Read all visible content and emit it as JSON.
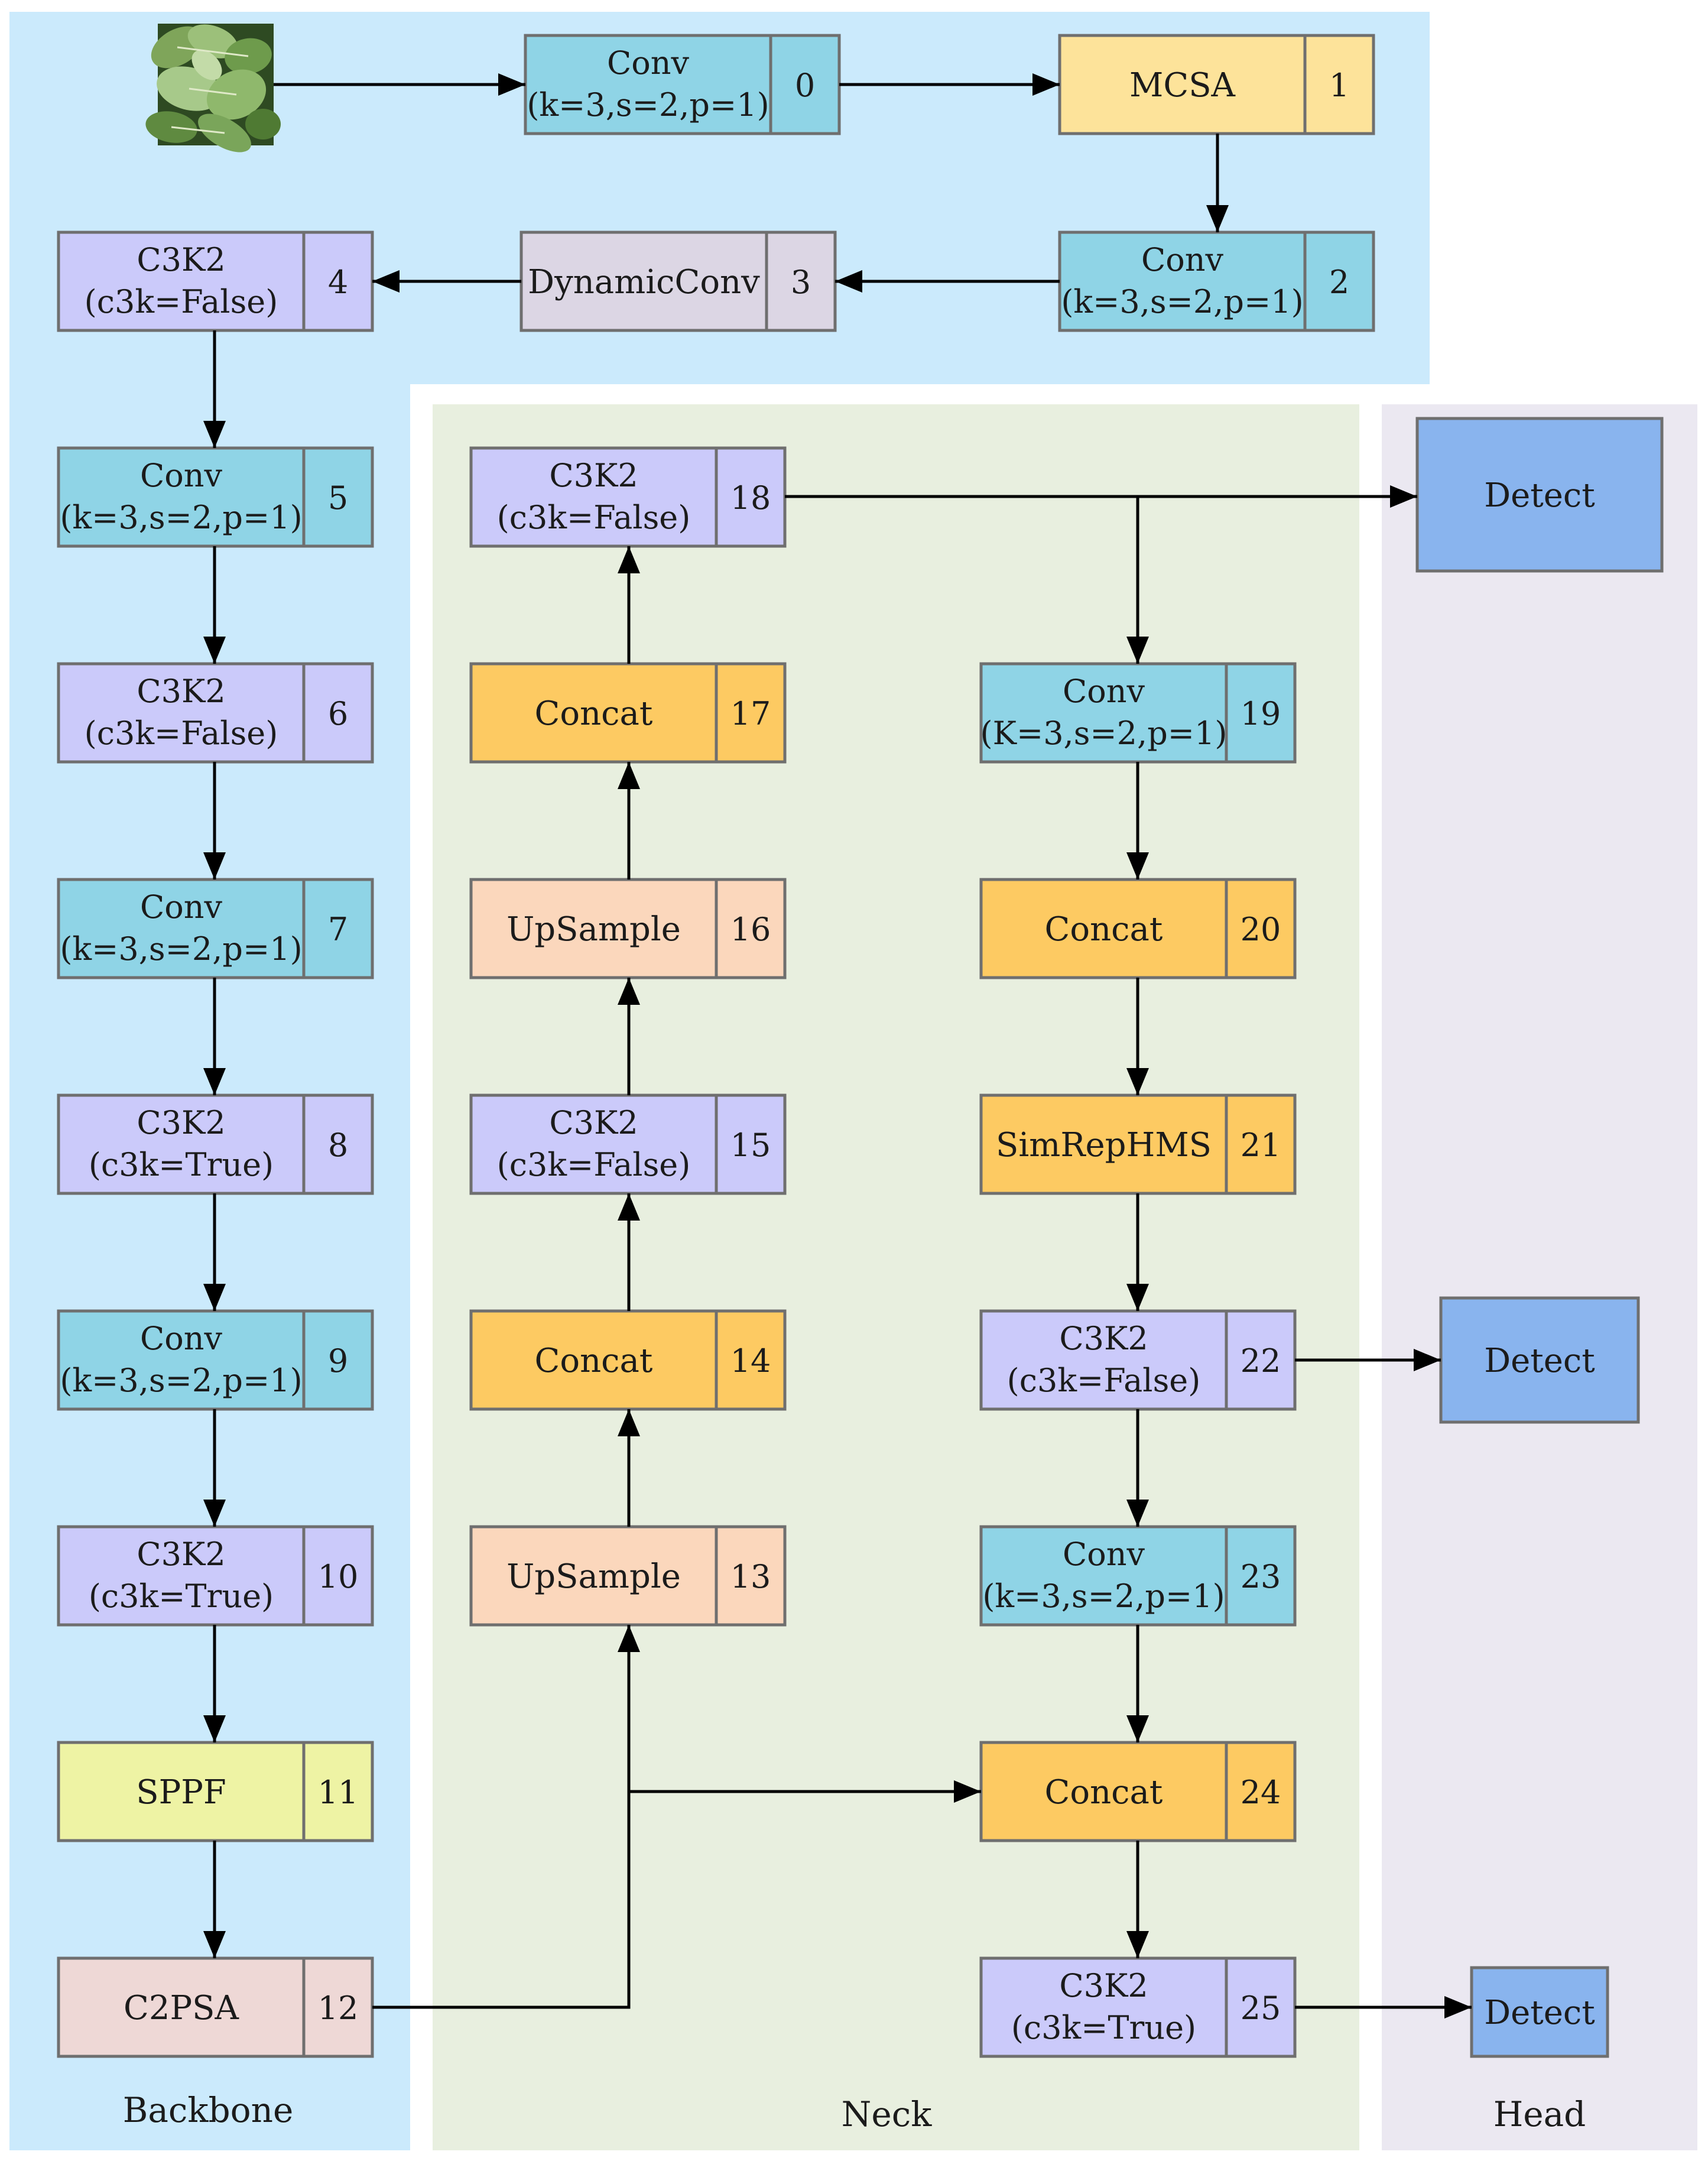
{
  "regions": {
    "backbone": {
      "label": "Backbone",
      "color": "#cbeafc"
    },
    "neck": {
      "label": "Neck",
      "color": "#e8efdf"
    },
    "head": {
      "label": "Head",
      "color": "#ebe8f1"
    }
  },
  "colors": {
    "conv": "#8fd4e6",
    "c3k2": "#cbcafa",
    "mcsa": "#fde39a",
    "dynamicconv": "#dcd6e4",
    "sppf": "#eef3a4",
    "c2psa": "#eed8d6",
    "concat": "#fdca62",
    "upsample": "#fbd7bc",
    "detect": "#89b4ee",
    "border": "#6f6f6f",
    "arrow": "#000000"
  },
  "input_image": {
    "icon": "leaf-image-icon",
    "description": "input leaf image"
  },
  "blocks": [
    {
      "id": "0",
      "kind": "conv",
      "lines": [
        "Conv",
        "(k=3,s=2,p=1)"
      ]
    },
    {
      "id": "1",
      "kind": "mcsa",
      "lines": [
        "MCSA"
      ]
    },
    {
      "id": "2",
      "kind": "conv",
      "lines": [
        "Conv",
        "(k=3,s=2,p=1)"
      ]
    },
    {
      "id": "3",
      "kind": "dynamicconv",
      "lines": [
        "DynamicConv"
      ]
    },
    {
      "id": "4",
      "kind": "c3k2",
      "lines": [
        "C3K2",
        "(c3k=False)"
      ]
    },
    {
      "id": "5",
      "kind": "conv",
      "lines": [
        "Conv",
        "(k=3,s=2,p=1)"
      ]
    },
    {
      "id": "6",
      "kind": "c3k2",
      "lines": [
        "C3K2",
        "(c3k=False)"
      ]
    },
    {
      "id": "7",
      "kind": "conv",
      "lines": [
        "Conv",
        "(k=3,s=2,p=1)"
      ]
    },
    {
      "id": "8",
      "kind": "c3k2",
      "lines": [
        "C3K2",
        "(c3k=True)"
      ]
    },
    {
      "id": "9",
      "kind": "conv",
      "lines": [
        "Conv",
        "(k=3,s=2,p=1)"
      ]
    },
    {
      "id": "10",
      "kind": "c3k2",
      "lines": [
        "C3K2",
        "(c3k=True)"
      ]
    },
    {
      "id": "11",
      "kind": "sppf",
      "lines": [
        "SPPF"
      ]
    },
    {
      "id": "12",
      "kind": "c2psa",
      "lines": [
        "C2PSA"
      ]
    },
    {
      "id": "13",
      "kind": "upsample",
      "lines": [
        "UpSample"
      ]
    },
    {
      "id": "14",
      "kind": "concat",
      "lines": [
        "Concat"
      ]
    },
    {
      "id": "15",
      "kind": "c3k2",
      "lines": [
        "C3K2",
        "(c3k=False)"
      ]
    },
    {
      "id": "16",
      "kind": "upsample",
      "lines": [
        "UpSample"
      ]
    },
    {
      "id": "17",
      "kind": "concat",
      "lines": [
        "Concat"
      ]
    },
    {
      "id": "18",
      "kind": "c3k2",
      "lines": [
        "C3K2",
        "(c3k=False)"
      ]
    },
    {
      "id": "19",
      "kind": "conv",
      "lines": [
        "Conv",
        "(K=3,s=2,p=1)"
      ]
    },
    {
      "id": "20",
      "kind": "concat",
      "lines": [
        "Concat"
      ]
    },
    {
      "id": "21",
      "kind": "concat",
      "lines": [
        "SimRepHMS"
      ]
    },
    {
      "id": "22",
      "kind": "c3k2",
      "lines": [
        "C3K2",
        "(c3k=False)"
      ]
    },
    {
      "id": "23",
      "kind": "conv",
      "lines": [
        "Conv",
        "(k=3,s=2,p=1)"
      ]
    },
    {
      "id": "24",
      "kind": "concat",
      "lines": [
        "Concat"
      ]
    },
    {
      "id": "25",
      "kind": "c3k2",
      "lines": [
        "C3K2",
        "(c3k=True)"
      ]
    }
  ],
  "detect_heads": [
    {
      "id": "detect-a",
      "label": "Detect"
    },
    {
      "id": "detect-b",
      "label": "Detect"
    },
    {
      "id": "detect-c",
      "label": "Detect"
    }
  ],
  "edges": [
    [
      "input",
      "0"
    ],
    [
      "0",
      "1"
    ],
    [
      "1",
      "2"
    ],
    [
      "2",
      "3"
    ],
    [
      "3",
      "4"
    ],
    [
      "4",
      "5"
    ],
    [
      "5",
      "6"
    ],
    [
      "6",
      "7"
    ],
    [
      "7",
      "8"
    ],
    [
      "8",
      "9"
    ],
    [
      "9",
      "10"
    ],
    [
      "10",
      "11"
    ],
    [
      "11",
      "12"
    ],
    [
      "12",
      "13"
    ],
    [
      "12",
      "24"
    ],
    [
      "13",
      "14"
    ],
    [
      "14",
      "15"
    ],
    [
      "15",
      "16"
    ],
    [
      "16",
      "17"
    ],
    [
      "17",
      "18"
    ],
    [
      "18",
      "detect-a"
    ],
    [
      "18",
      "19"
    ],
    [
      "19",
      "20"
    ],
    [
      "20",
      "21"
    ],
    [
      "21",
      "22"
    ],
    [
      "22",
      "detect-b"
    ],
    [
      "22",
      "23"
    ],
    [
      "23",
      "24"
    ],
    [
      "24",
      "25"
    ],
    [
      "25",
      "detect-c"
    ]
  ]
}
